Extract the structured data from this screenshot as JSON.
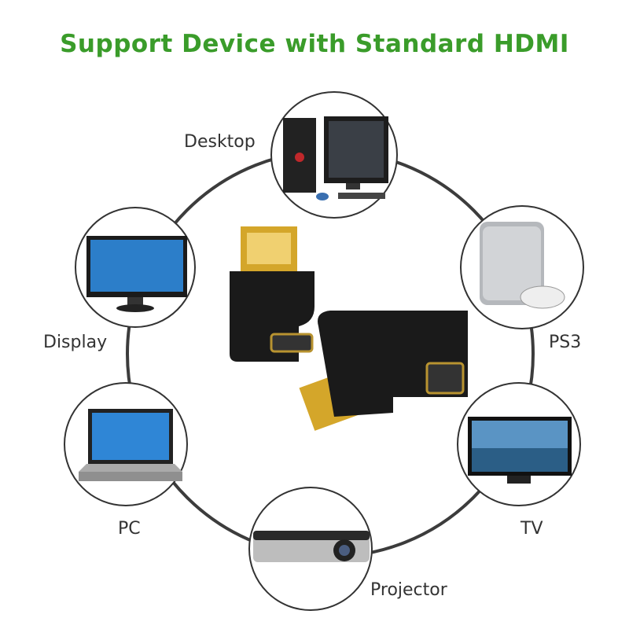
{
  "title": "Support Device with Standard HDMI",
  "colors": {
    "title": "#3a9c2a",
    "ring": "#3c3c3c",
    "adapter": "#1a1a1a",
    "gold": "#d4a62a"
  },
  "devices": [
    {
      "id": "desktop",
      "label": "Desktop"
    },
    {
      "id": "display",
      "label": "Display"
    },
    {
      "id": "ps3",
      "label": "PS3"
    },
    {
      "id": "pc",
      "label": "PC"
    },
    {
      "id": "tv",
      "label": "TV"
    },
    {
      "id": "projector",
      "label": "Projector"
    }
  ]
}
